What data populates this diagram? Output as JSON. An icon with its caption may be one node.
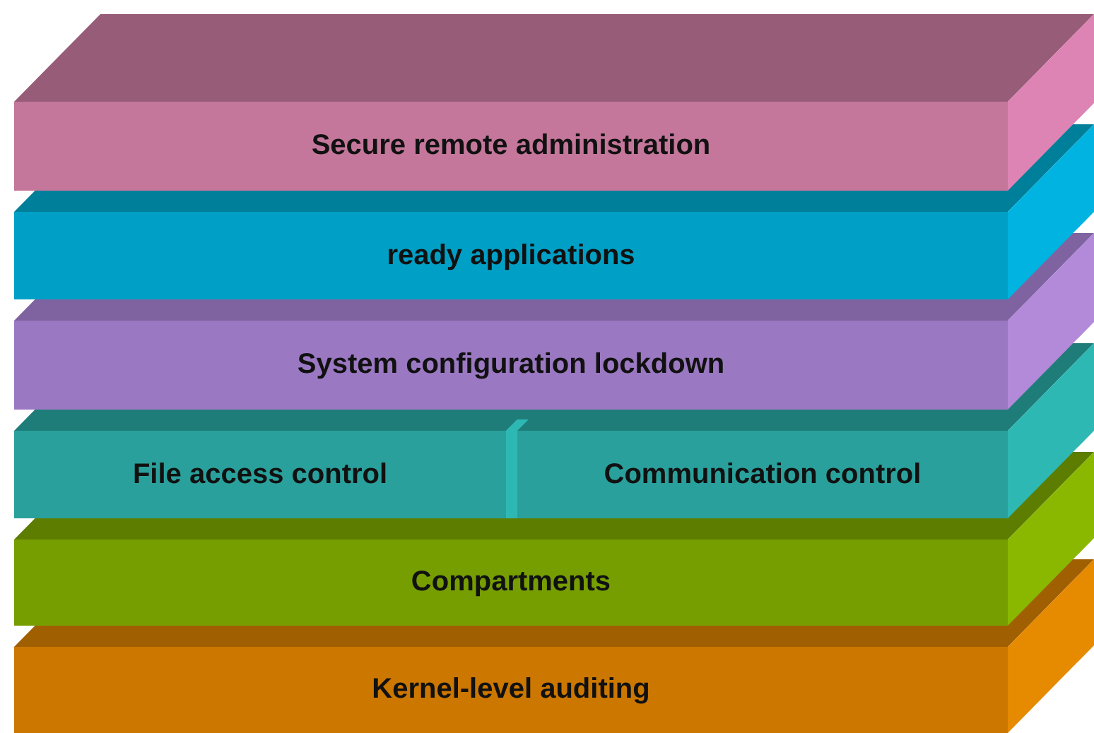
{
  "diagram": {
    "nodes": [
      {
        "text": [
          "Secure remote administration"
        ]
      },
      {
        "text": [
          "ready applications"
        ]
      },
      {
        "text": [
          "System configuration lockdown"
        ]
      },
      {
        "text": [
          "File access control"
        ]
      },
      {
        "text": [
          "Communication control"
        ]
      },
      {
        "text": [
          "Compartments"
        ]
      },
      {
        "text": [
          "Kernel-level auditing"
        ]
      }
    ]
  }
}
